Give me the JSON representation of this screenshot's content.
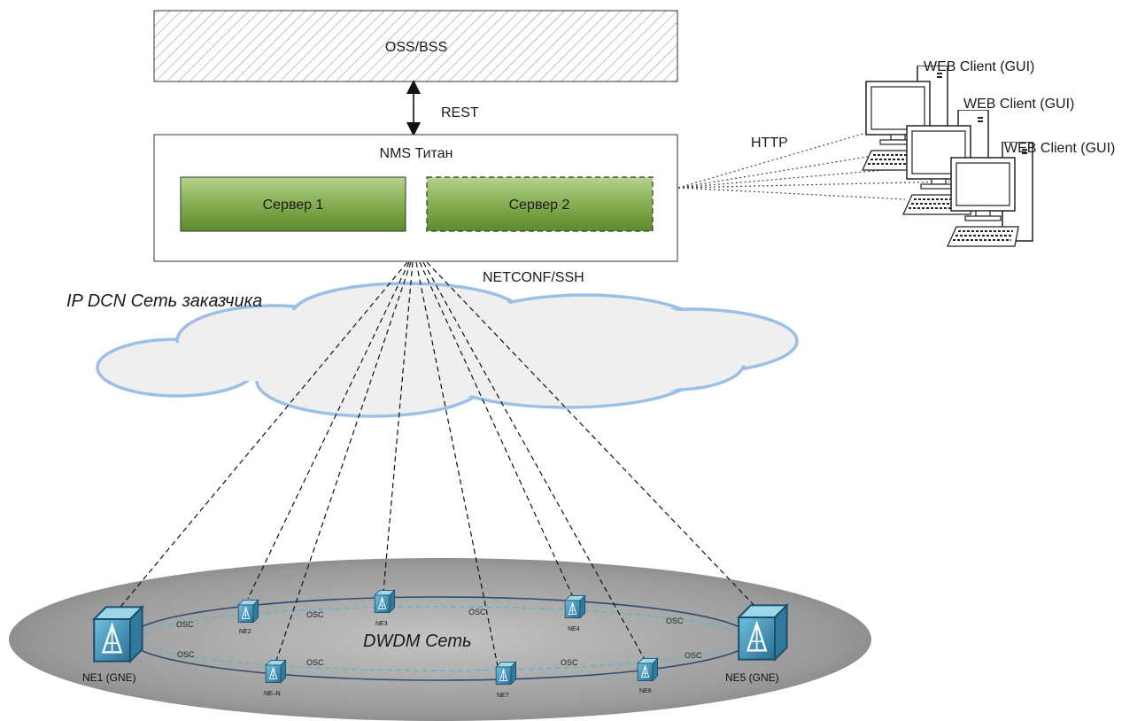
{
  "oss": {
    "label": "OSS/BSS"
  },
  "rest": {
    "label": "REST"
  },
  "nms": {
    "title": "NMS Титан",
    "server1": "Сервер 1",
    "server2": "Сервер 2"
  },
  "http": {
    "label": "HTTP"
  },
  "web_clients": [
    "WEB Client (GUI)",
    "WEB Client (GUI)",
    "WEB Client (GUI)"
  ],
  "netconf": {
    "label": "NETCONF/SSH"
  },
  "cloud": {
    "label": "IP DCN Сеть заказчика"
  },
  "ring": {
    "label": "DWDM Сеть",
    "osc_label": "OSC"
  },
  "nodes": {
    "ne1": "NE1 (GNE)",
    "ne5": "NE5 (GNE)",
    "ne2": "NE2",
    "ne3": "NE3",
    "ne4": "NE4",
    "ne6": "NE6",
    "ne7": "NE7",
    "nen": "NE–N"
  },
  "colors": {
    "server_green_top": "#a9c97a",
    "server_green_bottom": "#5e8a2e",
    "cloud_stroke": "#9cbfe6",
    "ring_fill": "#9a9a9a",
    "node_blue": "#4a9cc0"
  }
}
